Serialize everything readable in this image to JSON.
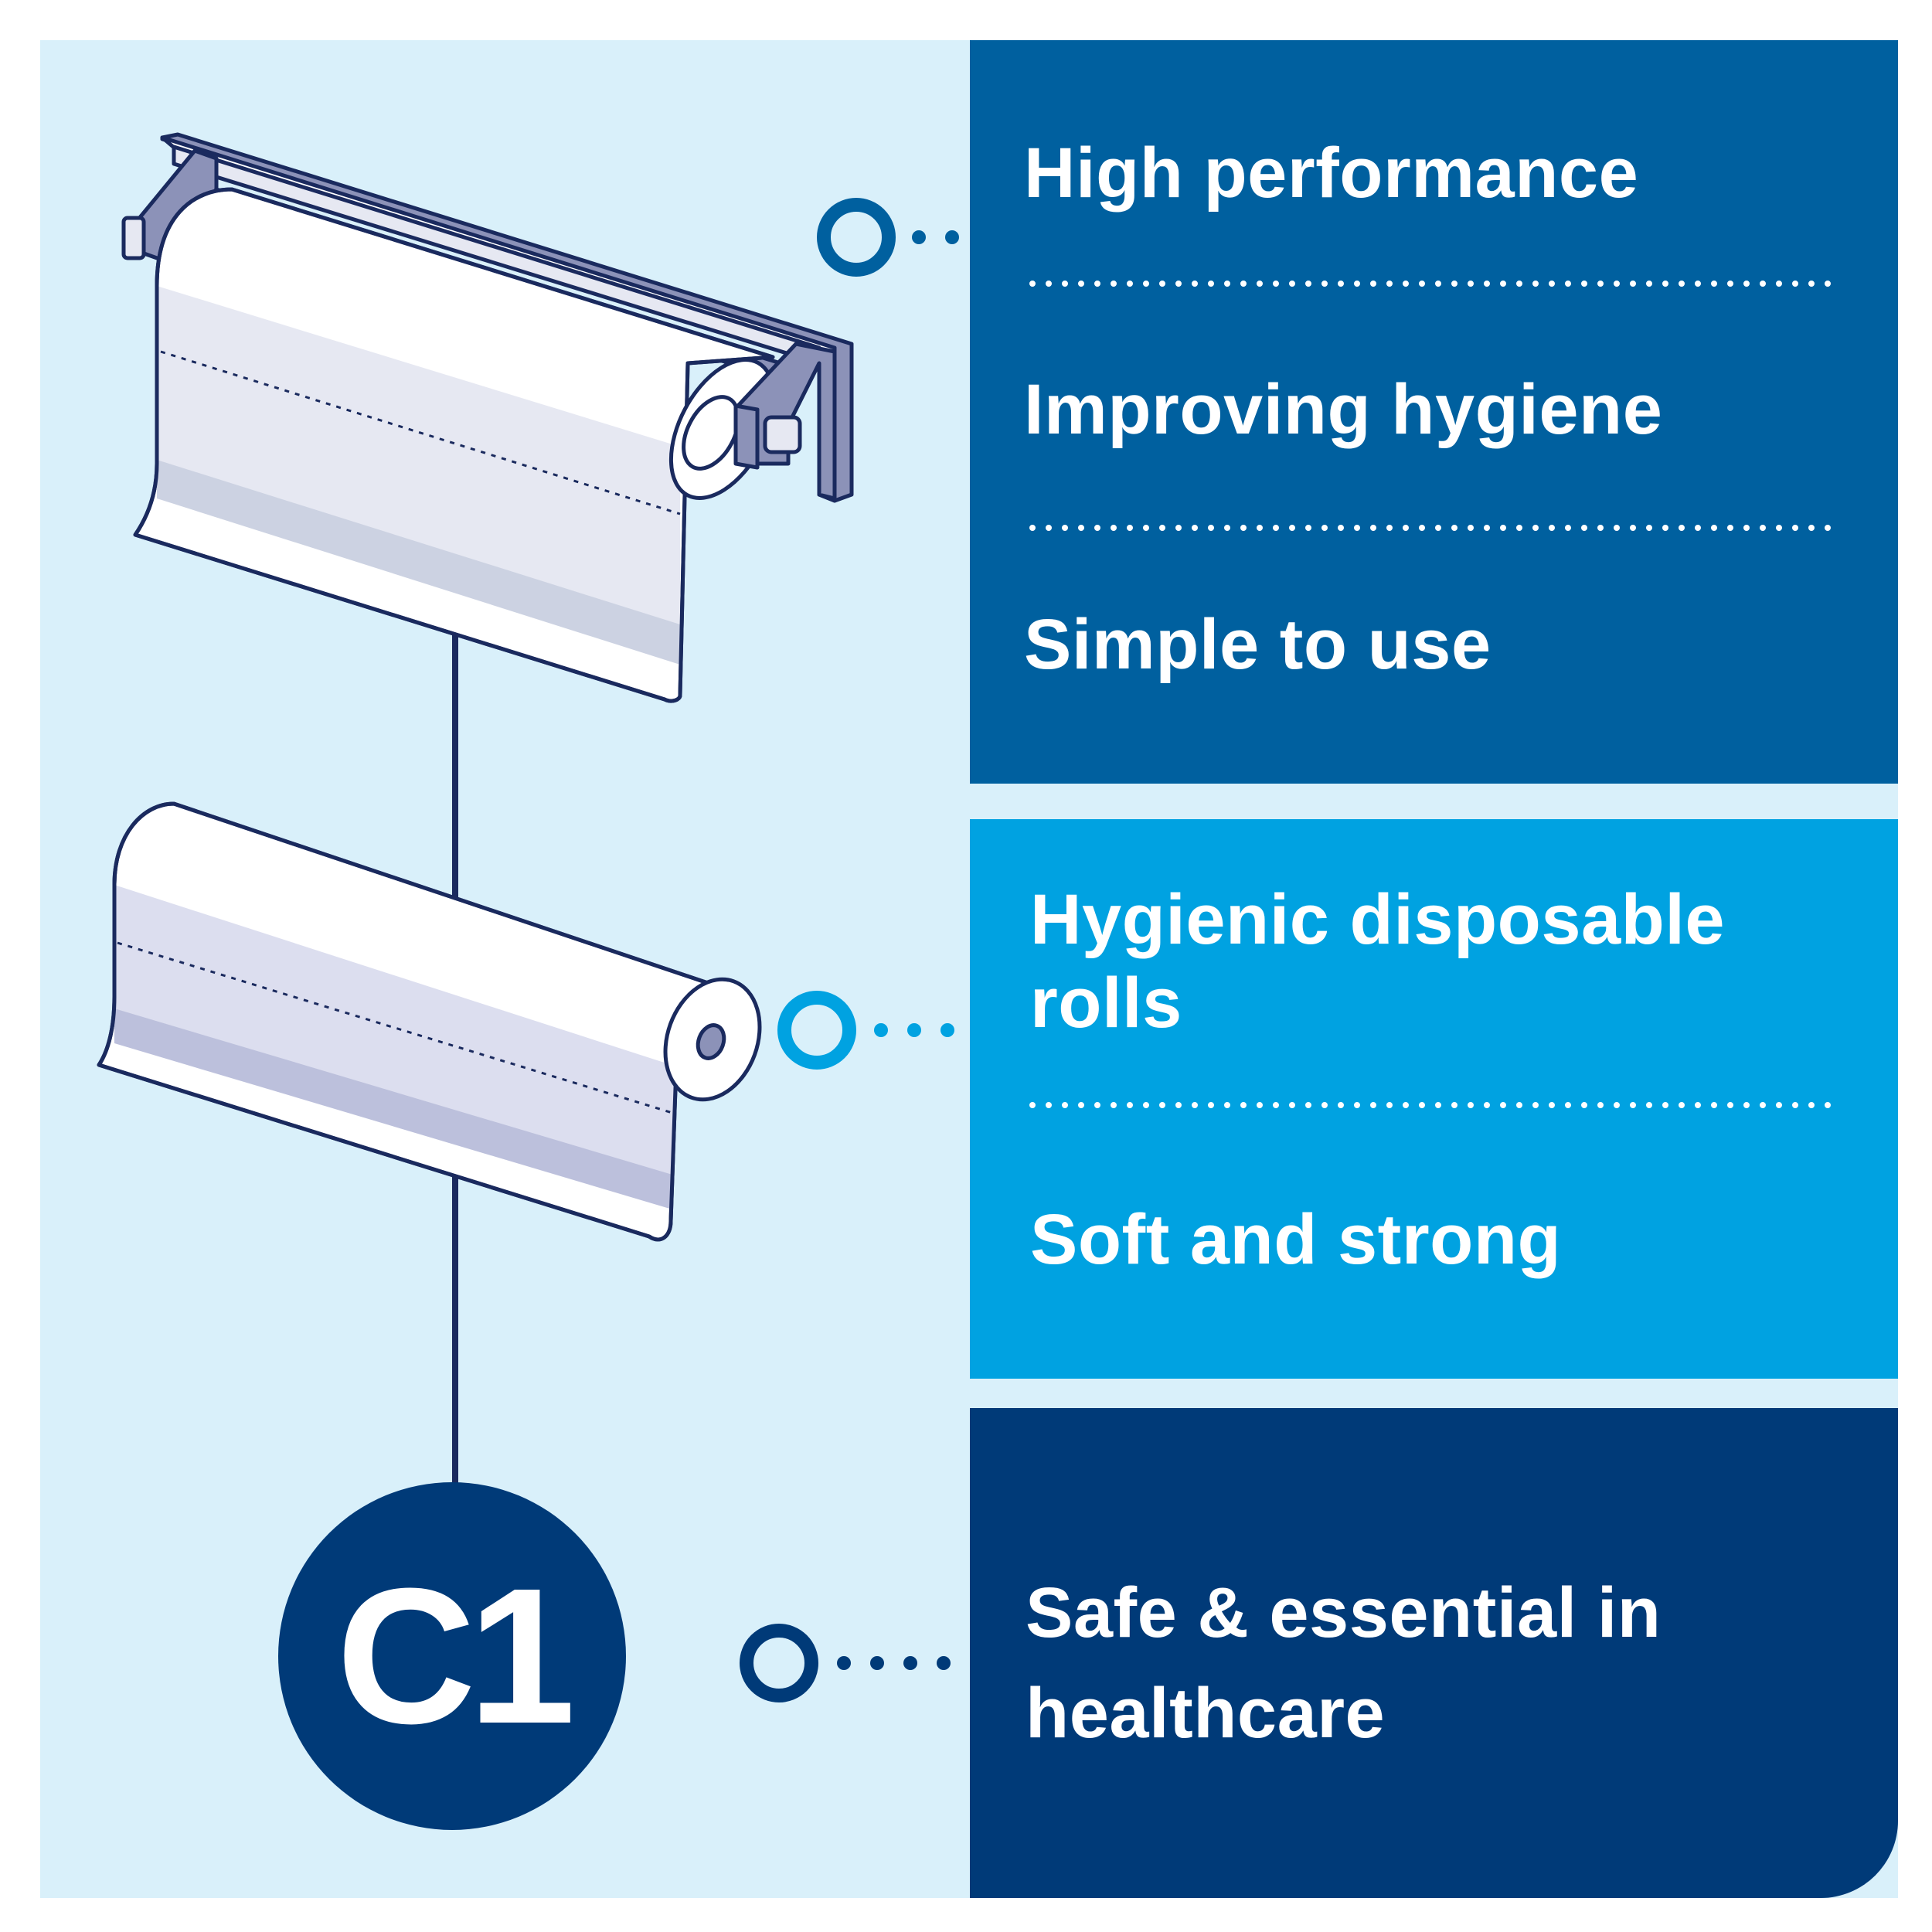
{
  "panels": {
    "top": {
      "color": "#00609f",
      "items": [
        "High performance",
        "Improving hygiene",
        "Simple to use"
      ]
    },
    "middle": {
      "color": "#00a2e1",
      "items": [
        "Hygienic disposable rolls",
        "Soft and strong"
      ]
    },
    "bottom": {
      "color": "#003a78",
      "items": [
        "Safe & essential in healthcare"
      ]
    }
  },
  "badge": {
    "label": "C1",
    "color": "#003a78"
  },
  "colors": {
    "background": "#d9f0fa",
    "outline": "#1a2a5e",
    "dispenser": "#8c92b8",
    "roll_shade": "#e6e8f2",
    "roll_band": "#ccd2e2"
  }
}
